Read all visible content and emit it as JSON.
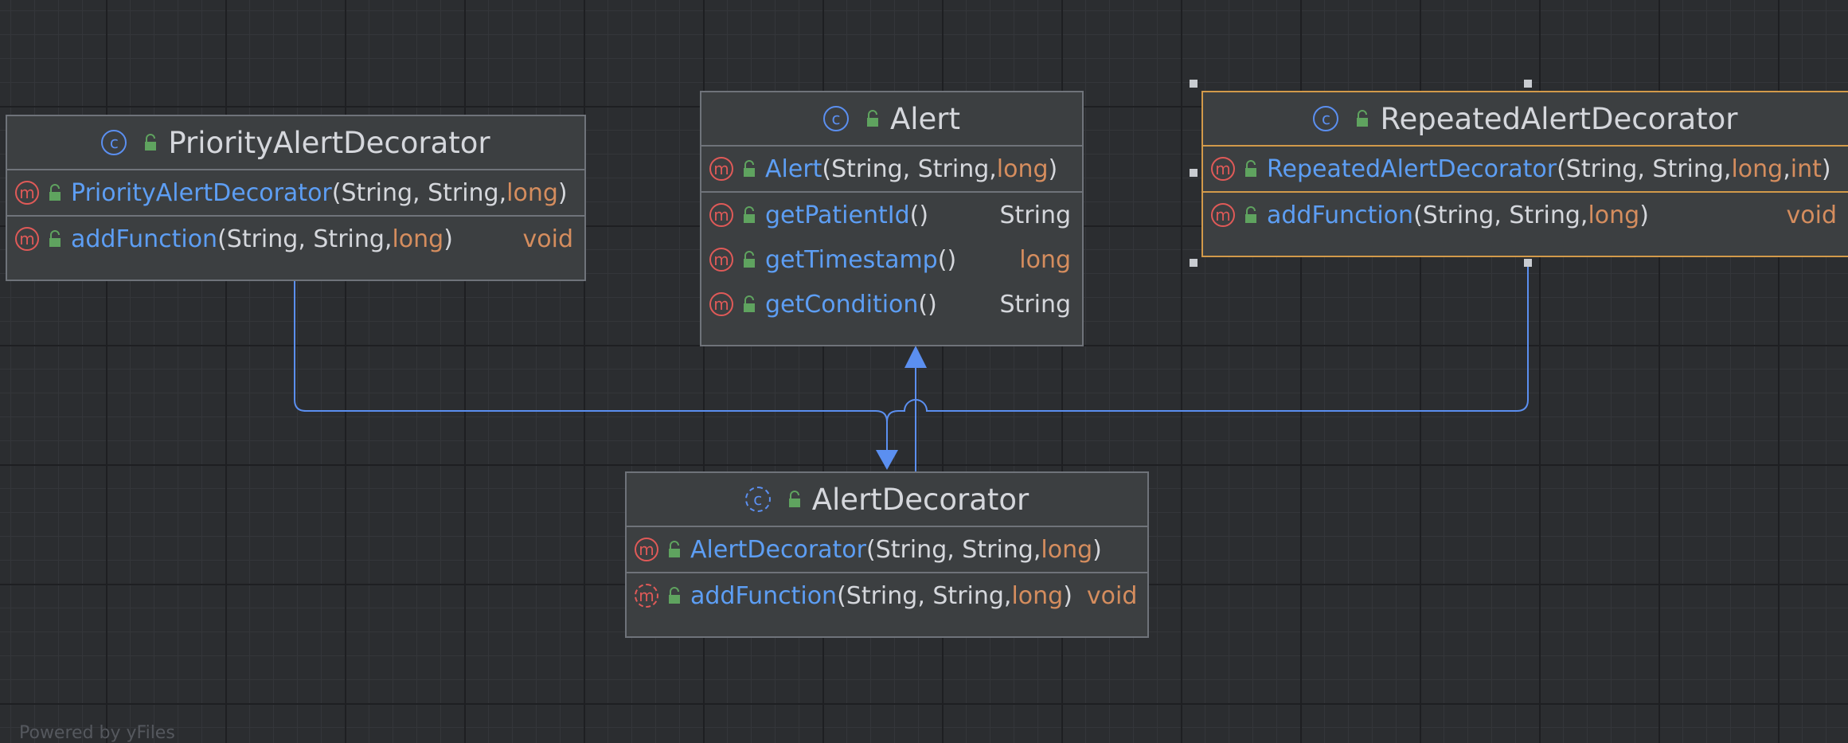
{
  "classes": {
    "priority": {
      "name": "PriorityAlertDecorator",
      "methods": [
        {
          "name": "PriorityAlertDecorator",
          "p1": "(String, String, ",
          "kw": "long",
          "p2": ")",
          "ret": ""
        },
        {
          "name": "addFunction",
          "p1": "(String, String, ",
          "kw": "long",
          "p2": ")",
          "ret": "void"
        }
      ]
    },
    "alert": {
      "name": "Alert",
      "methods": [
        {
          "name": "Alert",
          "p1": "(String, String, ",
          "kw": "long",
          "p2": ")",
          "ret": ""
        },
        {
          "name": "getPatientId",
          "p1": "()",
          "ret": "String"
        },
        {
          "name": "getTimestamp",
          "p1": "()",
          "ret": "long"
        },
        {
          "name": "getCondition",
          "p1": "()",
          "ret": "String"
        }
      ]
    },
    "repeated": {
      "name": "RepeatedAlertDecorator",
      "methods": [
        {
          "name": "RepeatedAlertDecorator",
          "p1": "(String, String, ",
          "kw": "long",
          "p2": ", ",
          "kw2": "int",
          "p3": ")",
          "ret": ""
        },
        {
          "name": "addFunction",
          "p1": "(String, String, ",
          "kw": "long",
          "p2": ")",
          "ret": "void"
        }
      ]
    },
    "decorator": {
      "name": "AlertDecorator",
      "methods": [
        {
          "name": "AlertDecorator",
          "p1": "(String, String, ",
          "kw": "long",
          "p2": ")",
          "ret": ""
        },
        {
          "name": "addFunction",
          "p1": "(String, String, ",
          "kw": "long",
          "p2": ")",
          "ret": "void"
        }
      ]
    }
  },
  "icons": {
    "class_glyph": "c",
    "method_glyph": "m"
  },
  "colors": {
    "edge": "#5b8ff0",
    "selection": "#d29a4a",
    "method_name": "#5d9ef4",
    "keyword": "#d58d5e"
  },
  "footer": "Powered by yFiles"
}
